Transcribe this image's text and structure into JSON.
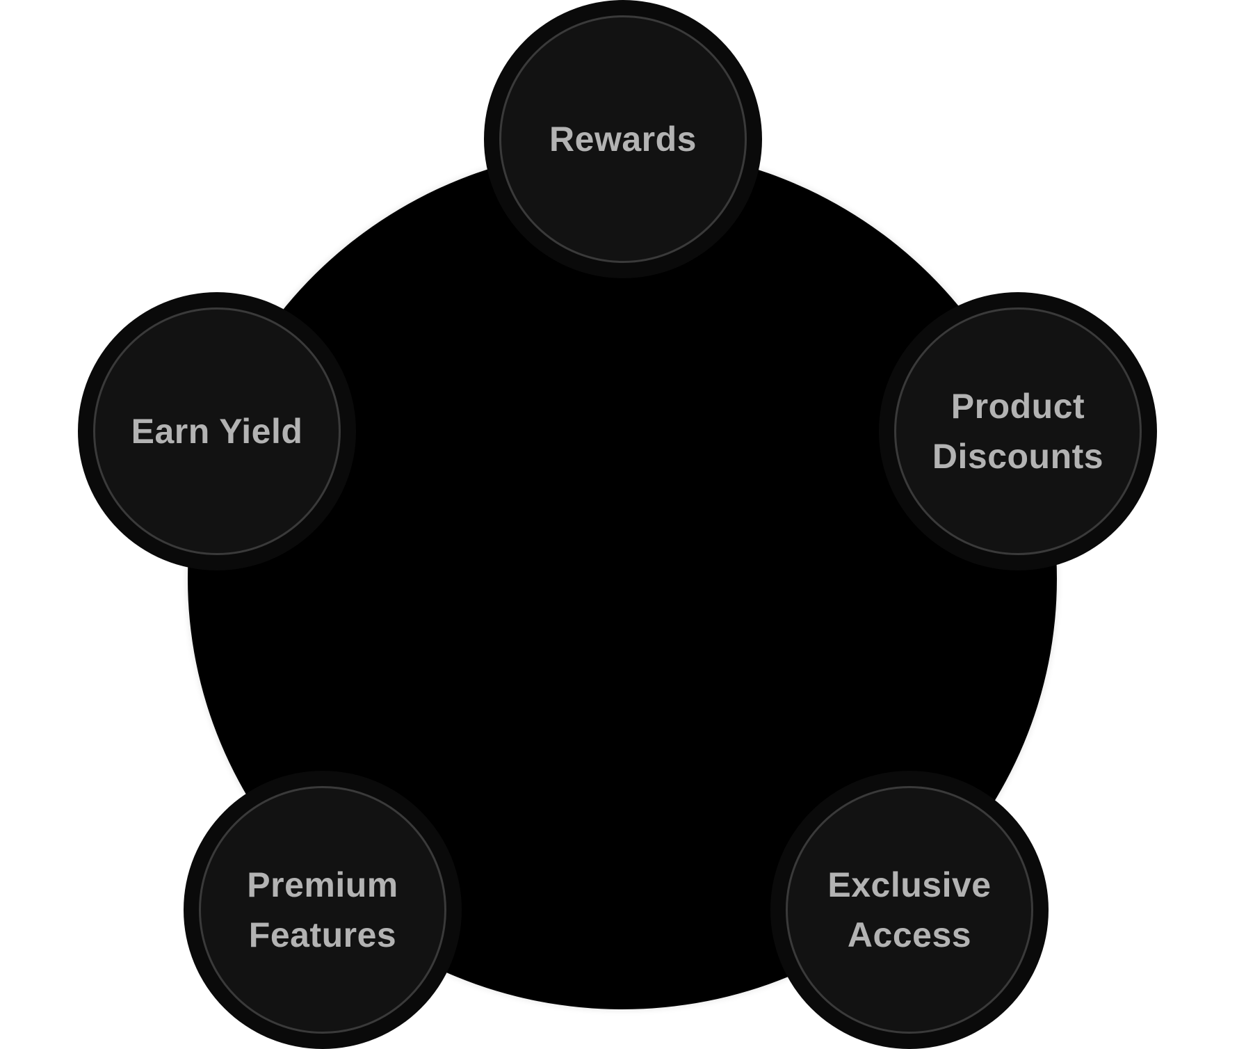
{
  "diagram": {
    "nodes": [
      {
        "label": "Rewards"
      },
      {
        "label": "Earn Yield"
      },
      {
        "label": "Product\nDiscounts"
      },
      {
        "label": "Premium\nFeatures"
      },
      {
        "label": "Exclusive\nAccess"
      }
    ],
    "colors": {
      "background": "#ffffff",
      "hub": "#000000",
      "node_fill": "#121212",
      "node_ring": "#0a0a0a",
      "node_border": "#3a3a3a",
      "label": "#b3b3b3"
    }
  }
}
